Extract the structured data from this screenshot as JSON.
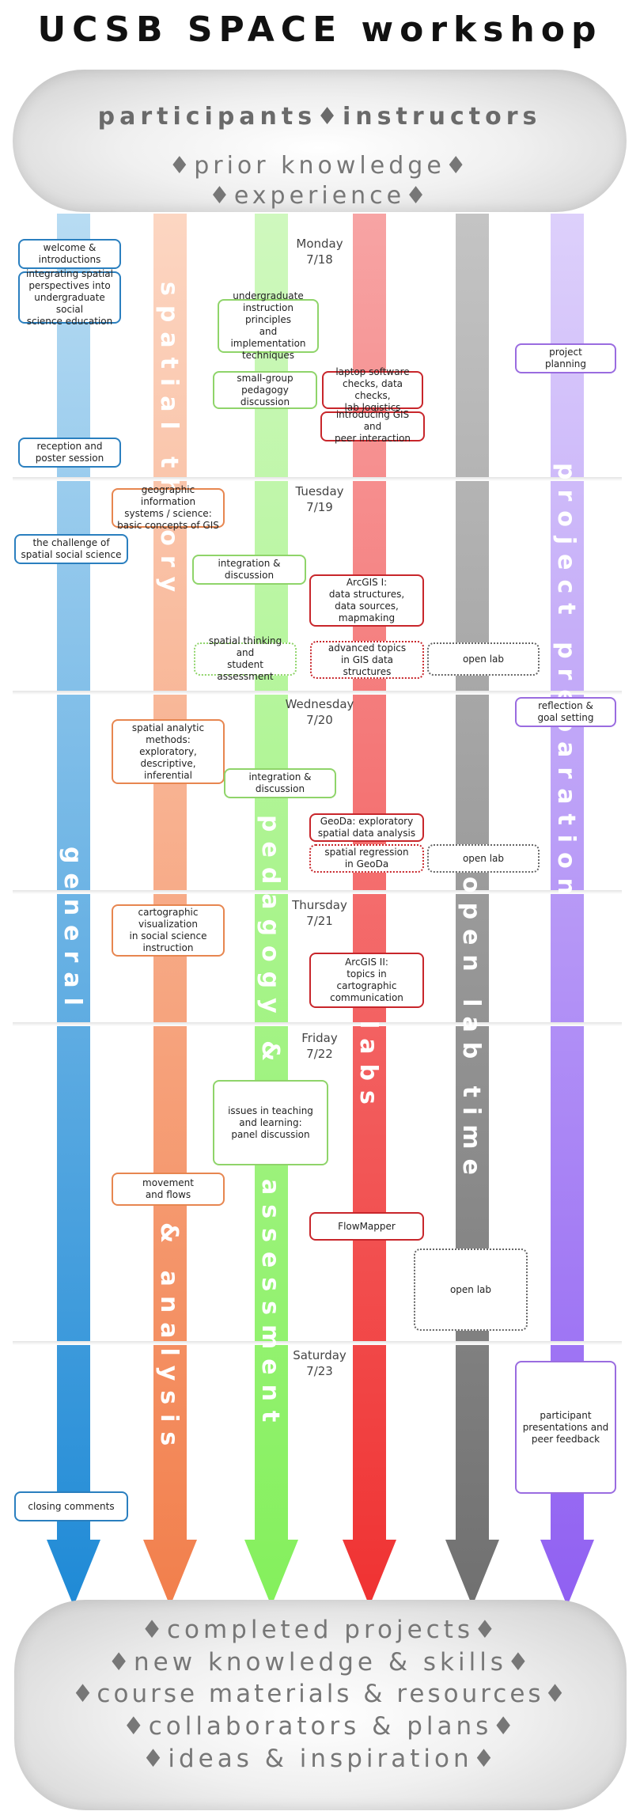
{
  "title": "UCSB SPACE workshop",
  "top": {
    "line1": "participants♦instructors",
    "line2": "♦prior knowledge♦",
    "line3": "♦experience♦"
  },
  "bottom": {
    "lines": [
      "♦completed projects♦",
      "♦new knowledge & skills♦",
      "♦course materials & resources♦",
      "♦collaborators & plans♦",
      "♦ideas & inspiration♦"
    ]
  },
  "columns": {
    "general": "general",
    "spatial_a": "spatial    theory",
    "spatial_b": "& analysis",
    "pedagogy_a": "pedagogy &",
    "pedagogy_b": "assessment",
    "labs": "labs",
    "open_lab": "open lab time",
    "project": "project preparation"
  },
  "colors": {
    "general": "#2a8fd8",
    "spatial": "#f2895a",
    "pedagogy": "#8ef06a",
    "labs": "#f04040",
    "open_lab": "#7a7a7a",
    "project": "#9a6cf0"
  },
  "days": {
    "monday": {
      "name": "Monday",
      "date": "7/18"
    },
    "tuesday": {
      "name": "Tuesday",
      "date": "7/19"
    },
    "wednesday": {
      "name": "Wednesday",
      "date": "7/20"
    },
    "thursday": {
      "name": "Thursday",
      "date": "7/21"
    },
    "friday": {
      "name": "Friday",
      "date": "7/22"
    },
    "saturday": {
      "name": "Saturday",
      "date": "7/23"
    }
  },
  "boxes": {
    "welcome": "welcome &\nintroductions",
    "integrating": "integrating spatial\nperspectives into\nundergraduate social\nscience education",
    "reception": "reception and\nposter session",
    "challenge": "the challenge of\nspatial social science",
    "closing": "closing comments",
    "gis_concepts": "geographic information\nsystems / science:\nbasic concepts of GIS",
    "spatial_methods": "spatial analytic\nmethods:\nexploratory,\ndescriptive,\ninferential",
    "carto_viz": "cartographic\nvisualization\nin social science\ninstruction",
    "movement": "movement\nand flows",
    "instruction_principles": "undergraduate\ninstruction principles\nand implementation\ntechniques",
    "small_group": "small-group\npedagogy\ndiscussion",
    "integration1": "integration &\ndiscussion",
    "spatial_thinking": "spatial thinking and\nstudent assessment",
    "integration2": "integration &\ndiscussion",
    "issues": "issues in teaching\nand learning:\npanel discussion",
    "laptop": "laptop software\nchecks, data checks,\nlab logistics",
    "intro_gis": "introducing GIS and\npeer interaction",
    "arcgis1": "ArcGIS I:\ndata structures,\ndata sources,\nmapmaking",
    "advanced": "advanced topics\nin GIS data\nstructures",
    "geoda": "GeoDa: exploratory\nspatial data analysis",
    "regression": "spatial regression\nin GeoDa",
    "arcgis2": "ArcGIS II:\ntopics in\ncartographic\ncommunication",
    "flowmapper": "FlowMapper",
    "open_lab1": "open lab",
    "open_lab2": "open lab",
    "open_lab3": "open lab",
    "project_planning": "project\nplanning",
    "reflection": "reflection &\ngoal setting",
    "presentations": "participant\npresentations and\npeer feedback"
  }
}
